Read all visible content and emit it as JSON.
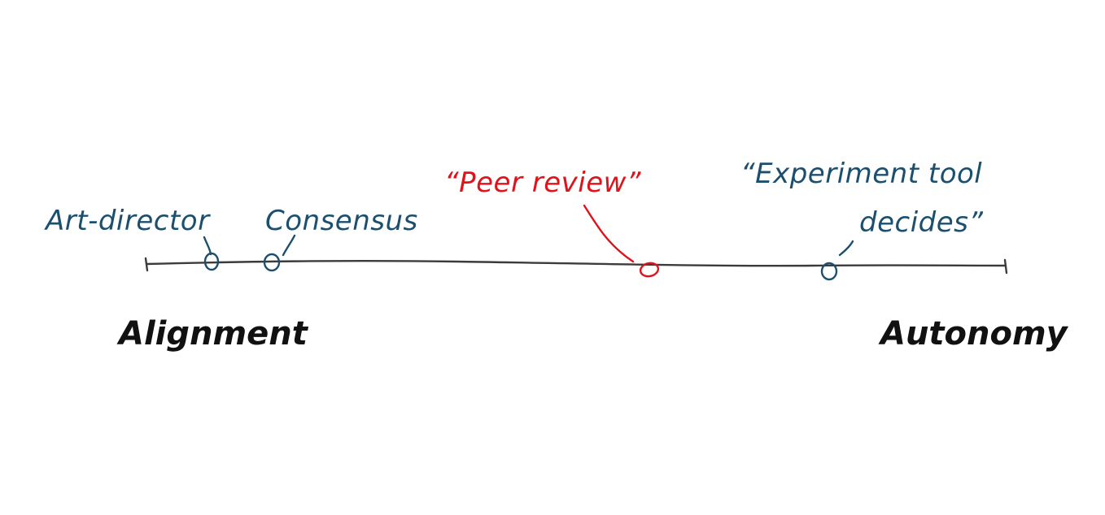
{
  "diagram": {
    "ends": {
      "left": "Alignment",
      "right": "Autonomy"
    },
    "points": [
      {
        "id": "art-director",
        "label": "Art-director",
        "color": "#1c4f6e"
      },
      {
        "id": "consensus",
        "label": "Consensus",
        "color": "#1c4f6e"
      },
      {
        "id": "peer-review",
        "label": "“Peer review”",
        "color": "#e0121a"
      },
      {
        "id": "experiment-tool",
        "label_line1": "“Experiment tool",
        "label_line2": "decides”",
        "color": "#1c4f6e"
      }
    ]
  }
}
